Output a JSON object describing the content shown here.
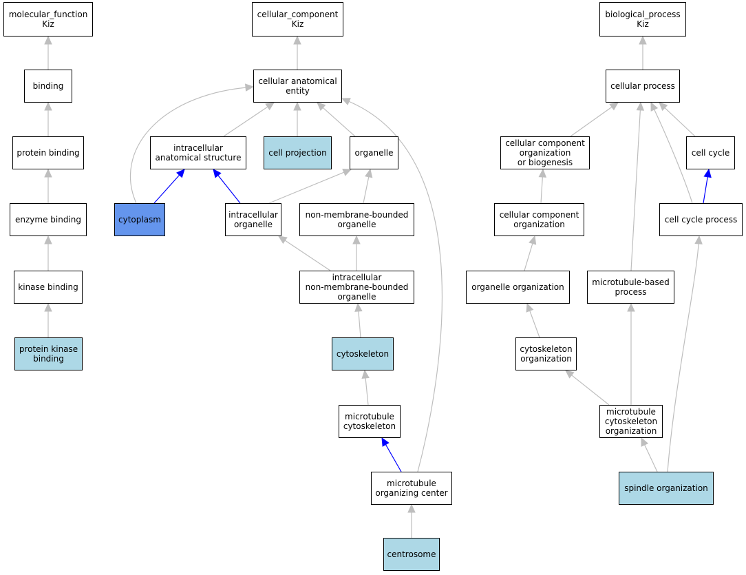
{
  "colors": {
    "default_fill": "#ffffff",
    "annotated_fill": "#add8e6",
    "selected_fill": "#6495ed",
    "edge_default": "#bebebe",
    "edge_part_of": "#0000ff"
  },
  "nodes": [
    {
      "id": "mf",
      "lines": [
        "molecular_function",
        "Kiz"
      ],
      "fill": "#ffffff"
    },
    {
      "id": "binding",
      "lines": [
        "binding"
      ],
      "fill": "#ffffff"
    },
    {
      "id": "protein_binding",
      "lines": [
        "protein binding"
      ],
      "fill": "#ffffff"
    },
    {
      "id": "enzyme_binding",
      "lines": [
        "enzyme binding"
      ],
      "fill": "#ffffff"
    },
    {
      "id": "kinase_binding",
      "lines": [
        "kinase binding"
      ],
      "fill": "#ffffff"
    },
    {
      "id": "protein_kinase_binding",
      "lines": [
        "protein kinase",
        "binding"
      ],
      "fill": "#add8e6"
    },
    {
      "id": "cc",
      "lines": [
        "cellular_component",
        "Kiz"
      ],
      "fill": "#ffffff"
    },
    {
      "id": "cae",
      "lines": [
        "cellular anatomical",
        "entity"
      ],
      "fill": "#ffffff"
    },
    {
      "id": "ias",
      "lines": [
        "intracellular",
        "anatomical structure"
      ],
      "fill": "#ffffff"
    },
    {
      "id": "cell_projection",
      "lines": [
        "cell projection"
      ],
      "fill": "#add8e6"
    },
    {
      "id": "organelle",
      "lines": [
        "organelle"
      ],
      "fill": "#ffffff"
    },
    {
      "id": "cytoplasm",
      "lines": [
        "cytoplasm"
      ],
      "fill": "#6495ed"
    },
    {
      "id": "intra_org",
      "lines": [
        "intracellular",
        "organelle"
      ],
      "fill": "#ffffff"
    },
    {
      "id": "nmbo",
      "lines": [
        "non-membrane-bounded",
        "organelle"
      ],
      "fill": "#ffffff"
    },
    {
      "id": "inmbo",
      "lines": [
        "intracellular",
        "non-membrane-bounded",
        "organelle"
      ],
      "fill": "#ffffff"
    },
    {
      "id": "cytoskeleton",
      "lines": [
        "cytoskeleton"
      ],
      "fill": "#add8e6"
    },
    {
      "id": "mt_cytoskeleton",
      "lines": [
        "microtubule",
        "cytoskeleton"
      ],
      "fill": "#ffffff"
    },
    {
      "id": "mtoc",
      "lines": [
        "microtubule",
        "organizing center"
      ],
      "fill": "#ffffff"
    },
    {
      "id": "centrosome",
      "lines": [
        "centrosome"
      ],
      "fill": "#add8e6"
    },
    {
      "id": "bp",
      "lines": [
        "biological_process",
        "Kiz"
      ],
      "fill": "#ffffff"
    },
    {
      "id": "cellular_process",
      "lines": [
        "cellular process"
      ],
      "fill": "#ffffff"
    },
    {
      "id": "ccob",
      "lines": [
        "cellular component",
        "organization",
        "or biogenesis"
      ],
      "fill": "#ffffff"
    },
    {
      "id": "cell_cycle",
      "lines": [
        "cell cycle"
      ],
      "fill": "#ffffff"
    },
    {
      "id": "cco",
      "lines": [
        "cellular component",
        "organization"
      ],
      "fill": "#ffffff"
    },
    {
      "id": "ccp",
      "lines": [
        "cell cycle process"
      ],
      "fill": "#ffffff"
    },
    {
      "id": "org_org",
      "lines": [
        "organelle organization"
      ],
      "fill": "#ffffff"
    },
    {
      "id": "mtbp",
      "lines": [
        "microtubule-based",
        "process"
      ],
      "fill": "#ffffff"
    },
    {
      "id": "cyto_org",
      "lines": [
        "cytoskeleton",
        "organization"
      ],
      "fill": "#ffffff"
    },
    {
      "id": "mtco",
      "lines": [
        "microtubule",
        "cytoskeleton",
        "organization"
      ],
      "fill": "#ffffff"
    },
    {
      "id": "spindle_org",
      "lines": [
        "spindle organization"
      ],
      "fill": "#add8e6"
    }
  ],
  "edges": [
    {
      "from": "binding",
      "to": "mf",
      "type": "is_a"
    },
    {
      "from": "protein_binding",
      "to": "binding",
      "type": "is_a"
    },
    {
      "from": "enzyme_binding",
      "to": "protein_binding",
      "type": "is_a"
    },
    {
      "from": "kinase_binding",
      "to": "enzyme_binding",
      "type": "is_a"
    },
    {
      "from": "protein_kinase_binding",
      "to": "kinase_binding",
      "type": "is_a"
    },
    {
      "from": "cae",
      "to": "cc",
      "type": "is_a"
    },
    {
      "from": "ias",
      "to": "cae",
      "type": "is_a"
    },
    {
      "from": "cell_projection",
      "to": "cae",
      "type": "is_a"
    },
    {
      "from": "organelle",
      "to": "cae",
      "type": "is_a"
    },
    {
      "from": "cytoplasm",
      "to": "cae",
      "type": "is_a"
    },
    {
      "from": "cytoplasm",
      "to": "ias",
      "type": "part_of"
    },
    {
      "from": "intra_org",
      "to": "ias",
      "type": "part_of"
    },
    {
      "from": "intra_org",
      "to": "organelle",
      "type": "is_a"
    },
    {
      "from": "nmbo",
      "to": "organelle",
      "type": "is_a"
    },
    {
      "from": "inmbo",
      "to": "intra_org",
      "type": "is_a"
    },
    {
      "from": "inmbo",
      "to": "nmbo",
      "type": "is_a"
    },
    {
      "from": "cytoskeleton",
      "to": "inmbo",
      "type": "is_a"
    },
    {
      "from": "mt_cytoskeleton",
      "to": "cytoskeleton",
      "type": "is_a"
    },
    {
      "from": "mtoc",
      "to": "mt_cytoskeleton",
      "type": "part_of"
    },
    {
      "from": "mtoc",
      "to": "cae",
      "type": "is_a"
    },
    {
      "from": "centrosome",
      "to": "mtoc",
      "type": "is_a"
    },
    {
      "from": "cellular_process",
      "to": "bp",
      "type": "is_a"
    },
    {
      "from": "ccob",
      "to": "cellular_process",
      "type": "is_a"
    },
    {
      "from": "cell_cycle",
      "to": "cellular_process",
      "type": "is_a"
    },
    {
      "from": "cco",
      "to": "ccob",
      "type": "is_a"
    },
    {
      "from": "ccp",
      "to": "cell_cycle",
      "type": "part_of"
    },
    {
      "from": "ccp",
      "to": "cellular_process",
      "type": "is_a"
    },
    {
      "from": "org_org",
      "to": "cco",
      "type": "is_a"
    },
    {
      "from": "mtbp",
      "to": "cellular_process",
      "type": "is_a"
    },
    {
      "from": "cyto_org",
      "to": "org_org",
      "type": "is_a"
    },
    {
      "from": "mtco",
      "to": "cyto_org",
      "type": "is_a"
    },
    {
      "from": "mtco",
      "to": "mtbp",
      "type": "is_a"
    },
    {
      "from": "spindle_org",
      "to": "mtco",
      "type": "is_a"
    },
    {
      "from": "spindle_org",
      "to": "ccp",
      "type": "is_a"
    }
  ]
}
